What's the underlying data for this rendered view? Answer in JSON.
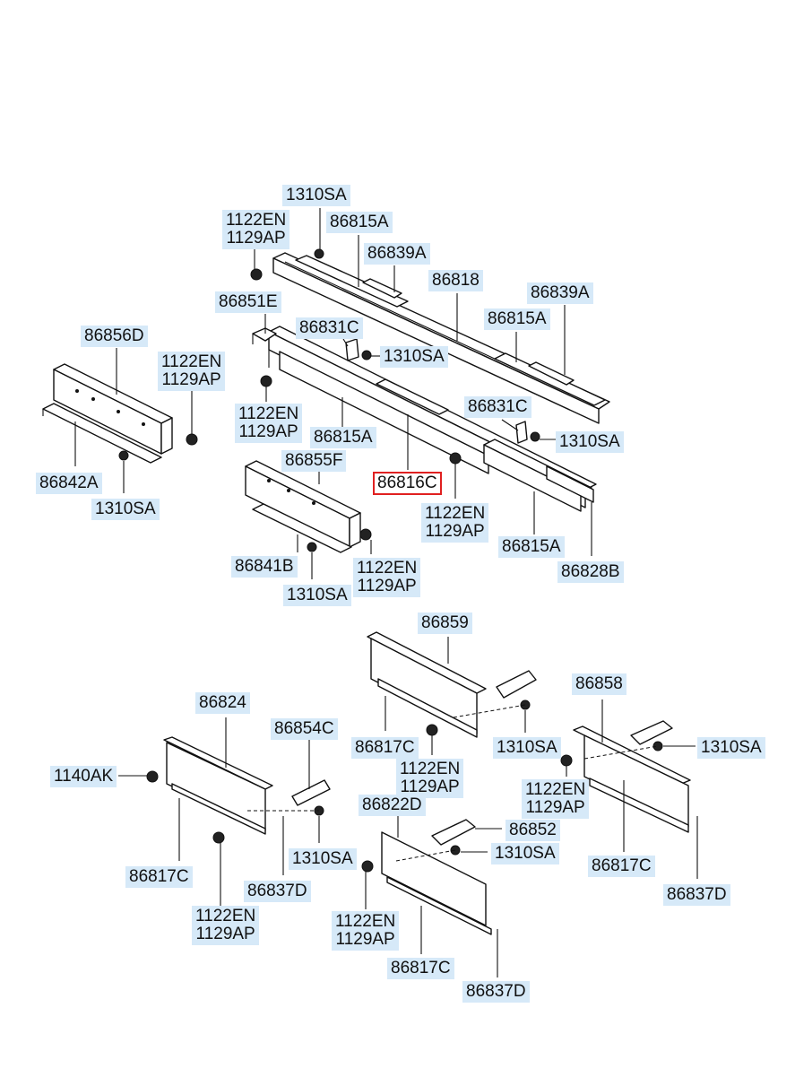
{
  "highlight_color": "#e02020",
  "label_bg_color": "#d6e9f8",
  "labels": {
    "l01": "1310SA",
    "l02": "1122EN\n1129AP",
    "l03": "86815A",
    "l04": "86839A",
    "l05": "86818",
    "l06": "86839A",
    "l07": "86851E",
    "l08": "86815A",
    "l09": "86831C",
    "l10": "1310SA",
    "l11": "86856D",
    "l12": "1122EN\n1129AP",
    "l13": "1122EN\n1129AP",
    "l14": "86815A",
    "l15": "86831C",
    "l16": "1310SA",
    "l17": "86842A",
    "l18": "86855F",
    "l19": "86816C",
    "l20": "1310SA",
    "l21": "1122EN\n1129AP",
    "l22": "86815A",
    "l23": "86841B",
    "l24": "86828B",
    "l25": "1122EN\n1129AP",
    "l26": "1310SA",
    "l27": "86859",
    "l28": "86824",
    "l29": "86858",
    "l30": "86854C",
    "l31": "86817C",
    "l32": "1310SA",
    "l33": "1310SA",
    "l34": "1122EN\n1129AP",
    "l35": "1140AK",
    "l36": "86822D",
    "l37": "1122EN\n1129AP",
    "l38": "86852",
    "l39": "1310SA",
    "l40": "1310SA",
    "l41": "86817C",
    "l42": "86817C",
    "l43": "86837D",
    "l44": "86837D",
    "l45": "1122EN\n1129AP",
    "l46": "1122EN\n1129AP",
    "l47": "86817C",
    "l48": "86837D"
  }
}
